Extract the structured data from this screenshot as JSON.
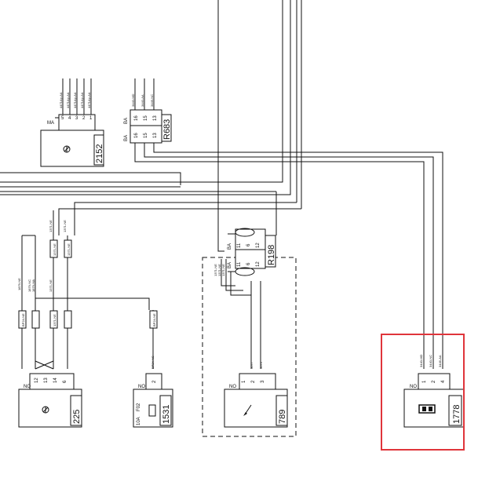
{
  "components": {
    "c2152": {
      "code": "2152",
      "connector": "MA",
      "pins": [
        "5",
        "4",
        "3",
        "2",
        "1"
      ],
      "wires": [
        "4471Ap-AA",
        "4471Ap-AA",
        "4471Ap-AA",
        "4471Ap-AA",
        "4471Ap-AA"
      ]
    },
    "r683": {
      "code": "R683",
      "connector": "BA",
      "pins_top": [
        "16",
        "15",
        "13"
      ],
      "pins_bottom": [
        "16",
        "15",
        "13"
      ],
      "wires": [
        "3440-MD",
        "3440-AA",
        "3446-NC"
      ]
    },
    "c225": {
      "code": "225",
      "no_label": "NO",
      "pins": [
        "12",
        "13",
        "14",
        "6"
      ]
    },
    "c1531": {
      "code": "1531",
      "no_label": "NO",
      "pins": [
        "2"
      ],
      "fuse_label": "F02",
      "amp_label": "10A",
      "wire": "BP24-NS"
    },
    "r198": {
      "code": "R198",
      "connector": "BA",
      "pins_top": [
        "11",
        "6",
        "12"
      ],
      "pins_bottom": [
        "11",
        "6",
        "12"
      ]
    },
    "c789": {
      "code": "789",
      "no_label": "NO",
      "pins": [
        "1",
        "2",
        "3"
      ],
      "wires": [
        "3077",
        "3076"
      ]
    },
    "c1778": {
      "code": "1778",
      "no_label": "NO",
      "pins": [
        "1",
        "2",
        "4"
      ],
      "wires": [
        "3440-MD",
        "3440-NC",
        "3446-AA"
      ]
    }
  },
  "wire_labels": {
    "vertical_1": "1371-NE",
    "vertical_2": "1371-NE",
    "fuse_1": "1371-NE",
    "fuse_2": "1371-NE",
    "fuse_3": "BP24-NE",
    "fuse_4": "1371-NE",
    "fuse_5": "BP24-NE",
    "left_a": "1879-NE",
    "left_b": "1879-NC",
    "left_c": "1879-MA",
    "left_d": "1371-NE",
    "r198_a": "1371-NE",
    "r198_b": "1371-NE",
    "r198_c": "1371-NE"
  },
  "colors": {
    "highlight": "#e0353b",
    "line": "#111111"
  }
}
